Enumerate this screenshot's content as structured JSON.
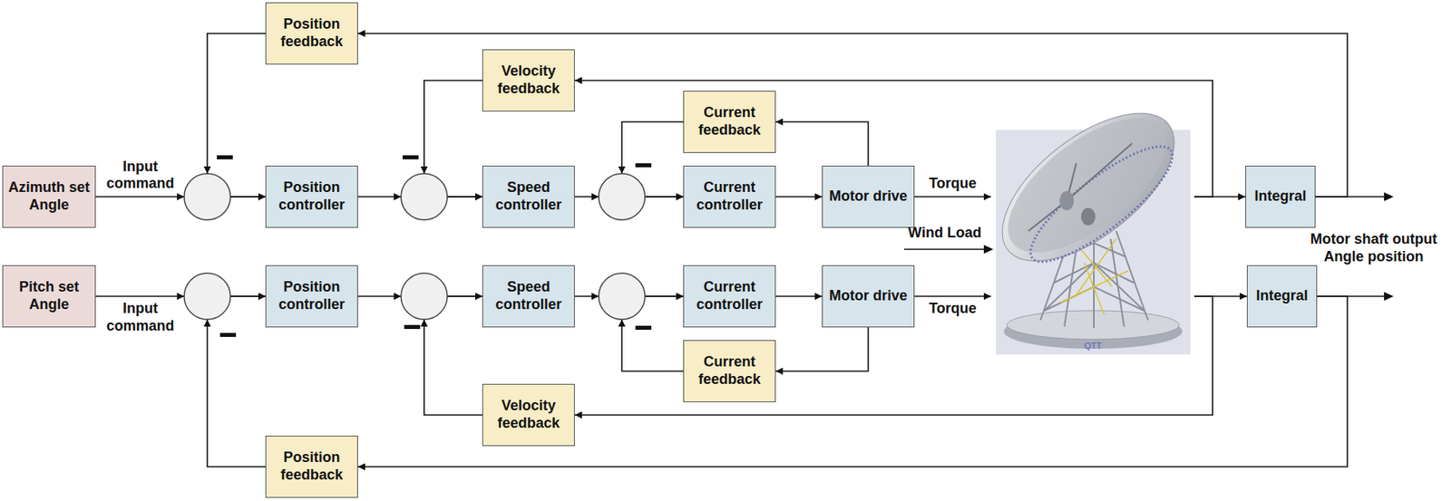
{
  "diagram": {
    "nodes": [
      {
        "text": [
          "Position feedback"
        ]
      },
      {
        "text": [
          "Velocity feedback"
        ]
      },
      {
        "text": [
          "Current feedback"
        ]
      },
      {
        "text": [
          "Azimuth set Angle"
        ]
      },
      {
        "text": [
          "Position controller"
        ]
      },
      {
        "text": [
          "Speed controller"
        ]
      },
      {
        "text": [
          "Current controller"
        ]
      },
      {
        "text": [
          "Motor drive"
        ]
      },
      {
        "text": [
          "QTT"
        ]
      },
      {
        "text": [
          "Integral"
        ]
      },
      {
        "text": [
          "Pitch set Angle"
        ]
      },
      {
        "text": [
          "Position controller"
        ]
      },
      {
        "text": [
          "Speed controller"
        ]
      },
      {
        "text": [
          "Current controller"
        ]
      },
      {
        "text": [
          "Motor drive"
        ]
      },
      {
        "text": [
          "Integral"
        ]
      },
      {
        "text": [
          "Current feedback"
        ]
      },
      {
        "text": [
          "Velocity feedback"
        ]
      },
      {
        "text": [
          "Position feedback"
        ]
      }
    ],
    "edges": [
      {
        "from": 3,
        "to": 4,
        "arrow": "to",
        "label": "Input command"
      },
      {
        "from": 0,
        "to": 4,
        "arrow": "to"
      },
      {
        "from": 4,
        "to": 5,
        "arrow": "to"
      },
      {
        "from": 1,
        "to": 5,
        "arrow": "to"
      },
      {
        "from": 5,
        "to": 6,
        "arrow": "to"
      },
      {
        "from": 2,
        "to": 6,
        "arrow": "to"
      },
      {
        "from": 6,
        "to": 7,
        "arrow": "to"
      },
      {
        "from": 7,
        "to": 2,
        "arrow": "to"
      },
      {
        "from": 7,
        "to": 8,
        "arrow": "to",
        "label": "Torque"
      },
      {
        "from": 8,
        "to": 9,
        "arrow": "to"
      },
      {
        "from": 8,
        "to": 1,
        "arrow": "to"
      },
      {
        "from": 9,
        "to": 0,
        "arrow": "to"
      },
      {
        "from": 10,
        "to": 11,
        "arrow": "to",
        "label": "Input command"
      },
      {
        "from": 18,
        "to": 11,
        "arrow": "to"
      },
      {
        "from": 11,
        "to": 12,
        "arrow": "to"
      },
      {
        "from": 17,
        "to": 12,
        "arrow": "to"
      },
      {
        "from": 12,
        "to": 13,
        "arrow": "to"
      },
      {
        "from": 16,
        "to": 13,
        "arrow": "to"
      },
      {
        "from": 13,
        "to": 14,
        "arrow": "to"
      },
      {
        "from": 14,
        "to": 16,
        "arrow": "to"
      },
      {
        "from": 14,
        "to": 8,
        "arrow": "to",
        "label": "Torque"
      },
      {
        "from": 8,
        "to": 15,
        "arrow": "to"
      },
      {
        "from": 8,
        "to": 17,
        "arrow": "to"
      },
      {
        "from": 15,
        "to": 18,
        "arrow": "to"
      }
    ],
    "labels": [
      "Wind Load",
      "Motor shaft output Angle position"
    ]
  }
}
